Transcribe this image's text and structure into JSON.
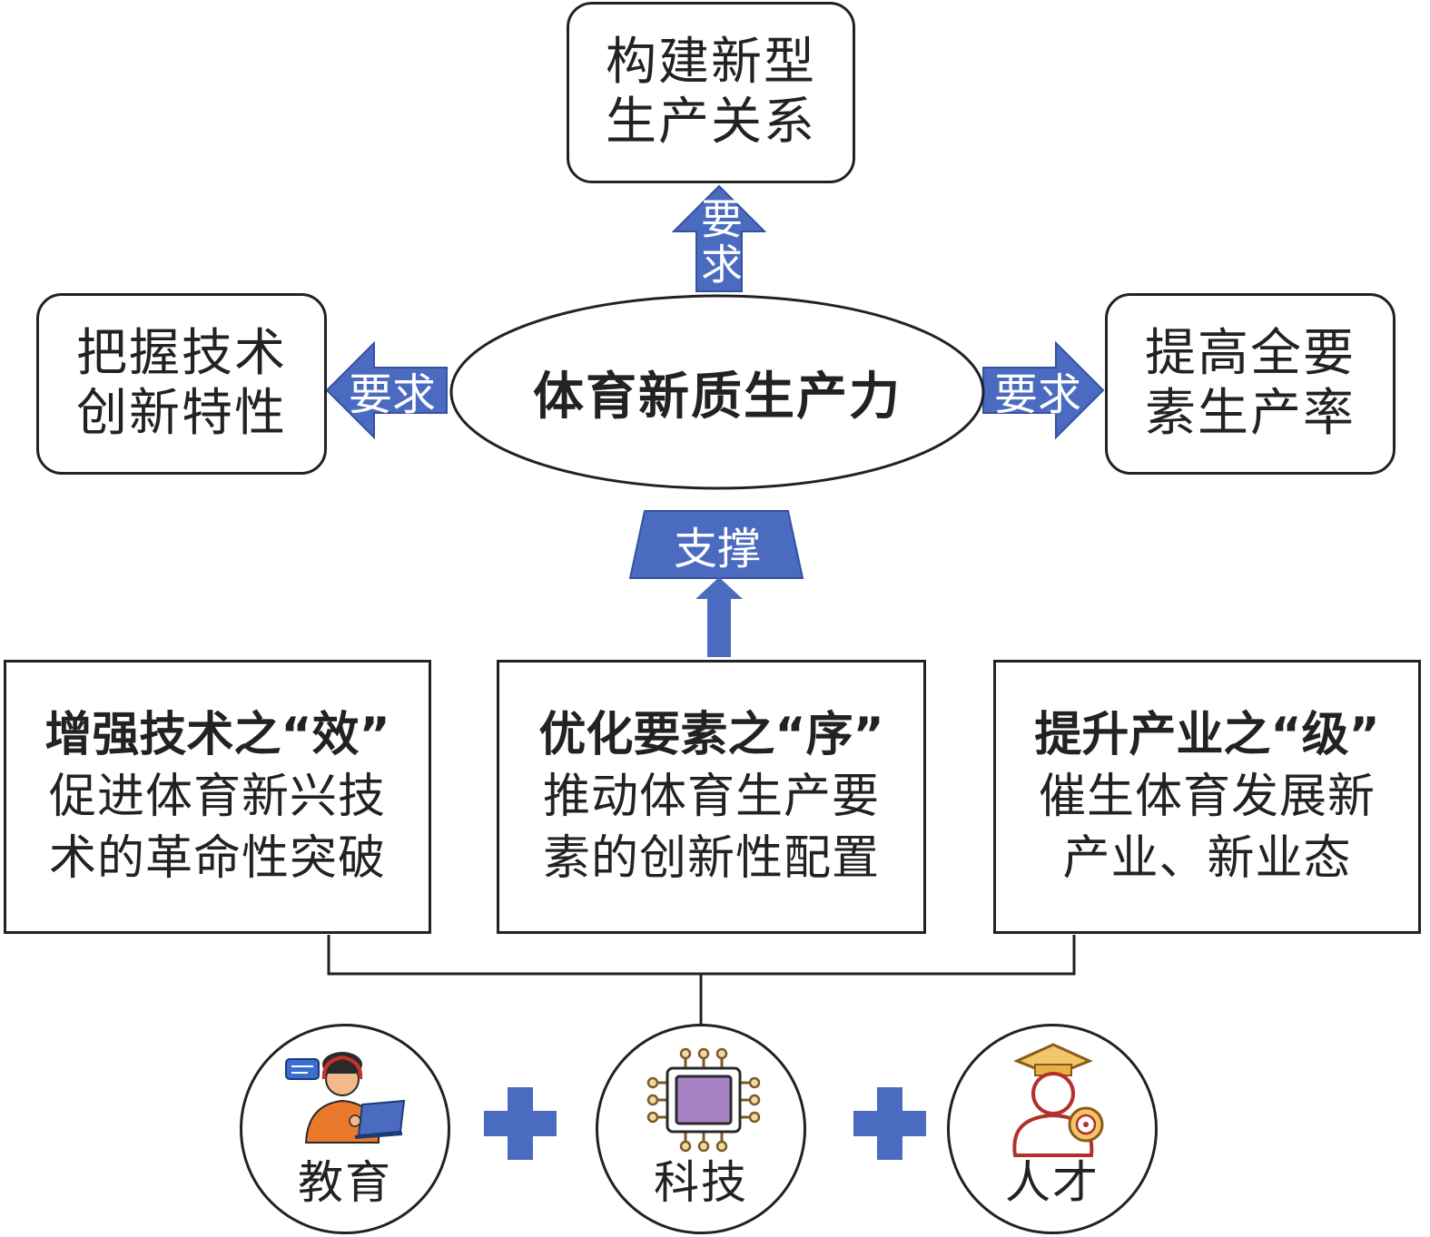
{
  "center": {
    "label": "体育新质生产力"
  },
  "requirements": [
    {
      "line1": "构建新型",
      "line2": "生产关系",
      "arrow": "要求"
    },
    {
      "line1": "把握技术",
      "line2": "创新特性",
      "arrow": "要求"
    },
    {
      "line1": "提高全要",
      "line2": "素生产率",
      "arrow": "要求"
    }
  ],
  "support": {
    "arrow": "支撑"
  },
  "pillars": [
    {
      "title": "增强技术之“效”",
      "line1": "促进体育新兴技",
      "line2": "术的革命性突破"
    },
    {
      "title": "优化要素之“序”",
      "line1": "推动体育生产要",
      "line2": "素的创新性配置"
    },
    {
      "title": "提升产业之“级”",
      "line1": "催生体育发展新",
      "line2": "产业、新业态"
    }
  ],
  "foundations": [
    {
      "label": "教育",
      "icon": "teacher-icon"
    },
    {
      "label": "科技",
      "icon": "chip-icon"
    },
    {
      "label": "人才",
      "icon": "graduate-icon"
    }
  ],
  "colors": {
    "arrow": "#4a6bbf",
    "stroke": "#222222"
  }
}
